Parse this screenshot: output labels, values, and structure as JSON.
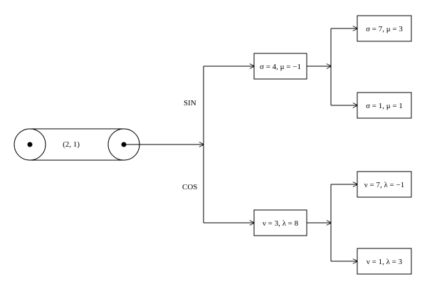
{
  "cylinder": {
    "label": "(2, 1)"
  },
  "branches": {
    "upper_label": "SIN",
    "lower_label": "COS"
  },
  "nodes": {
    "mid_upper": "σ = 4, μ = −1",
    "mid_lower": "ν = 3, λ = 8",
    "leaf_1": "σ = 7, μ = 3",
    "leaf_2": "σ = 1, μ = 1",
    "leaf_3": "ν = 7, λ = −1",
    "leaf_4": "ν = 1, λ = 3"
  },
  "colors": {
    "stroke": "#000000",
    "fill": "#ffffff"
  }
}
